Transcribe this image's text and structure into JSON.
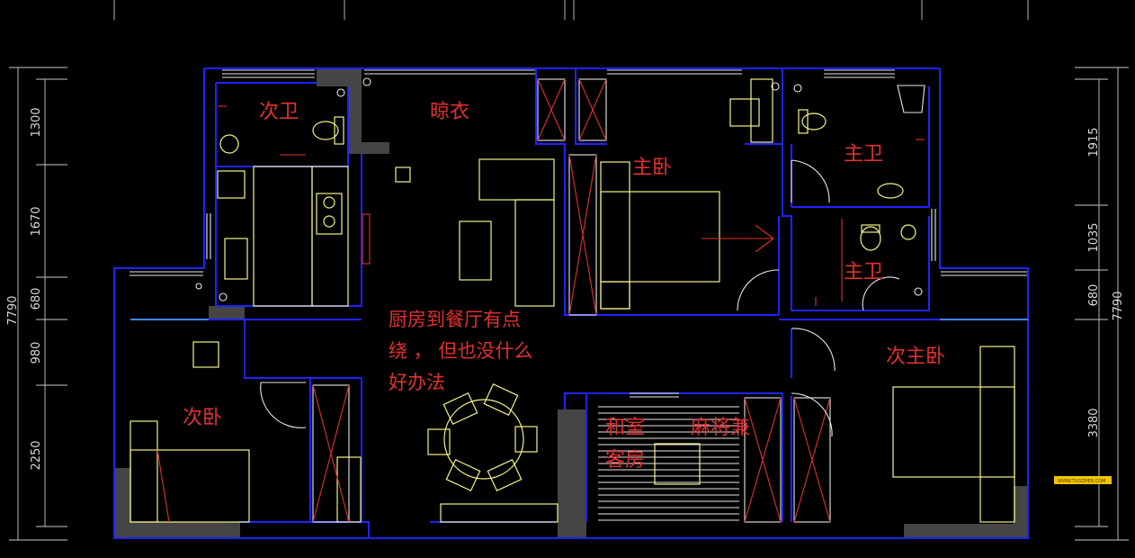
{
  "rooms": {
    "secondary_bath": "次卫",
    "drying": "晾衣",
    "master_bedroom": "主卧",
    "master_bath_1": "主卫",
    "master_bath_2": "主卫",
    "secondary_master": "次主卧",
    "secondary_bedroom": "次卧",
    "japanese_room": "和室",
    "guest_room": "客房",
    "mahjong_room": "麻将兼"
  },
  "note": {
    "line1": "厨房到餐厅有点",
    "line2": "绕 ， 但也没什么",
    "line3": "好办法"
  },
  "dimensions": {
    "left": [
      "1300",
      "1670",
      "680",
      "980",
      "2250"
    ],
    "left_total": "7790",
    "right": [
      "1915",
      "1035",
      "680",
      "3380"
    ],
    "right_total": "7790"
  },
  "watermark": {
    "text": "WWW.TUOZHE8.COM"
  },
  "colors": {
    "wall": "#1f23ff",
    "furniture": "#f3f38a",
    "label": "#e03131",
    "background": "#000000"
  }
}
